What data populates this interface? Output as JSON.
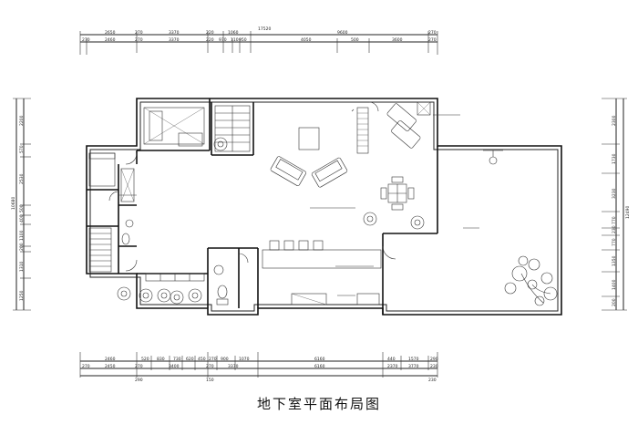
{
  "title": "地下室平面布局图",
  "dims": {
    "top_total": "17520",
    "top_row1": [
      "2650",
      "270",
      "3370",
      "220",
      "1060",
      "9600",
      "270"
    ],
    "top_row2": [
      "270",
      "2460",
      "270",
      "3370",
      "220",
      "970",
      "110",
      "950",
      "4050",
      "500",
      "3600",
      "270"
    ],
    "bottom_row1": [
      "2460",
      "520",
      "830",
      "730",
      "620",
      "450",
      "270",
      "900",
      "1070",
      "6160",
      "440",
      "1570",
      "290"
    ],
    "bottom_row2": [
      "270",
      "2450",
      "270",
      "3400",
      "270",
      "3370",
      "6160",
      "2370",
      "3770",
      "230"
    ],
    "bottom_row3": [
      "290",
      "150",
      "230"
    ],
    "left_total": "10680",
    "left_row": [
      "2200",
      "570",
      "2530",
      "500",
      "400",
      "1100",
      "200",
      "1310",
      "1250"
    ],
    "right_total": "12490",
    "right_row": [
      "2300",
      "1730",
      "3230",
      "770",
      "230",
      "770",
      "1350",
      "1400",
      "200"
    ]
  }
}
